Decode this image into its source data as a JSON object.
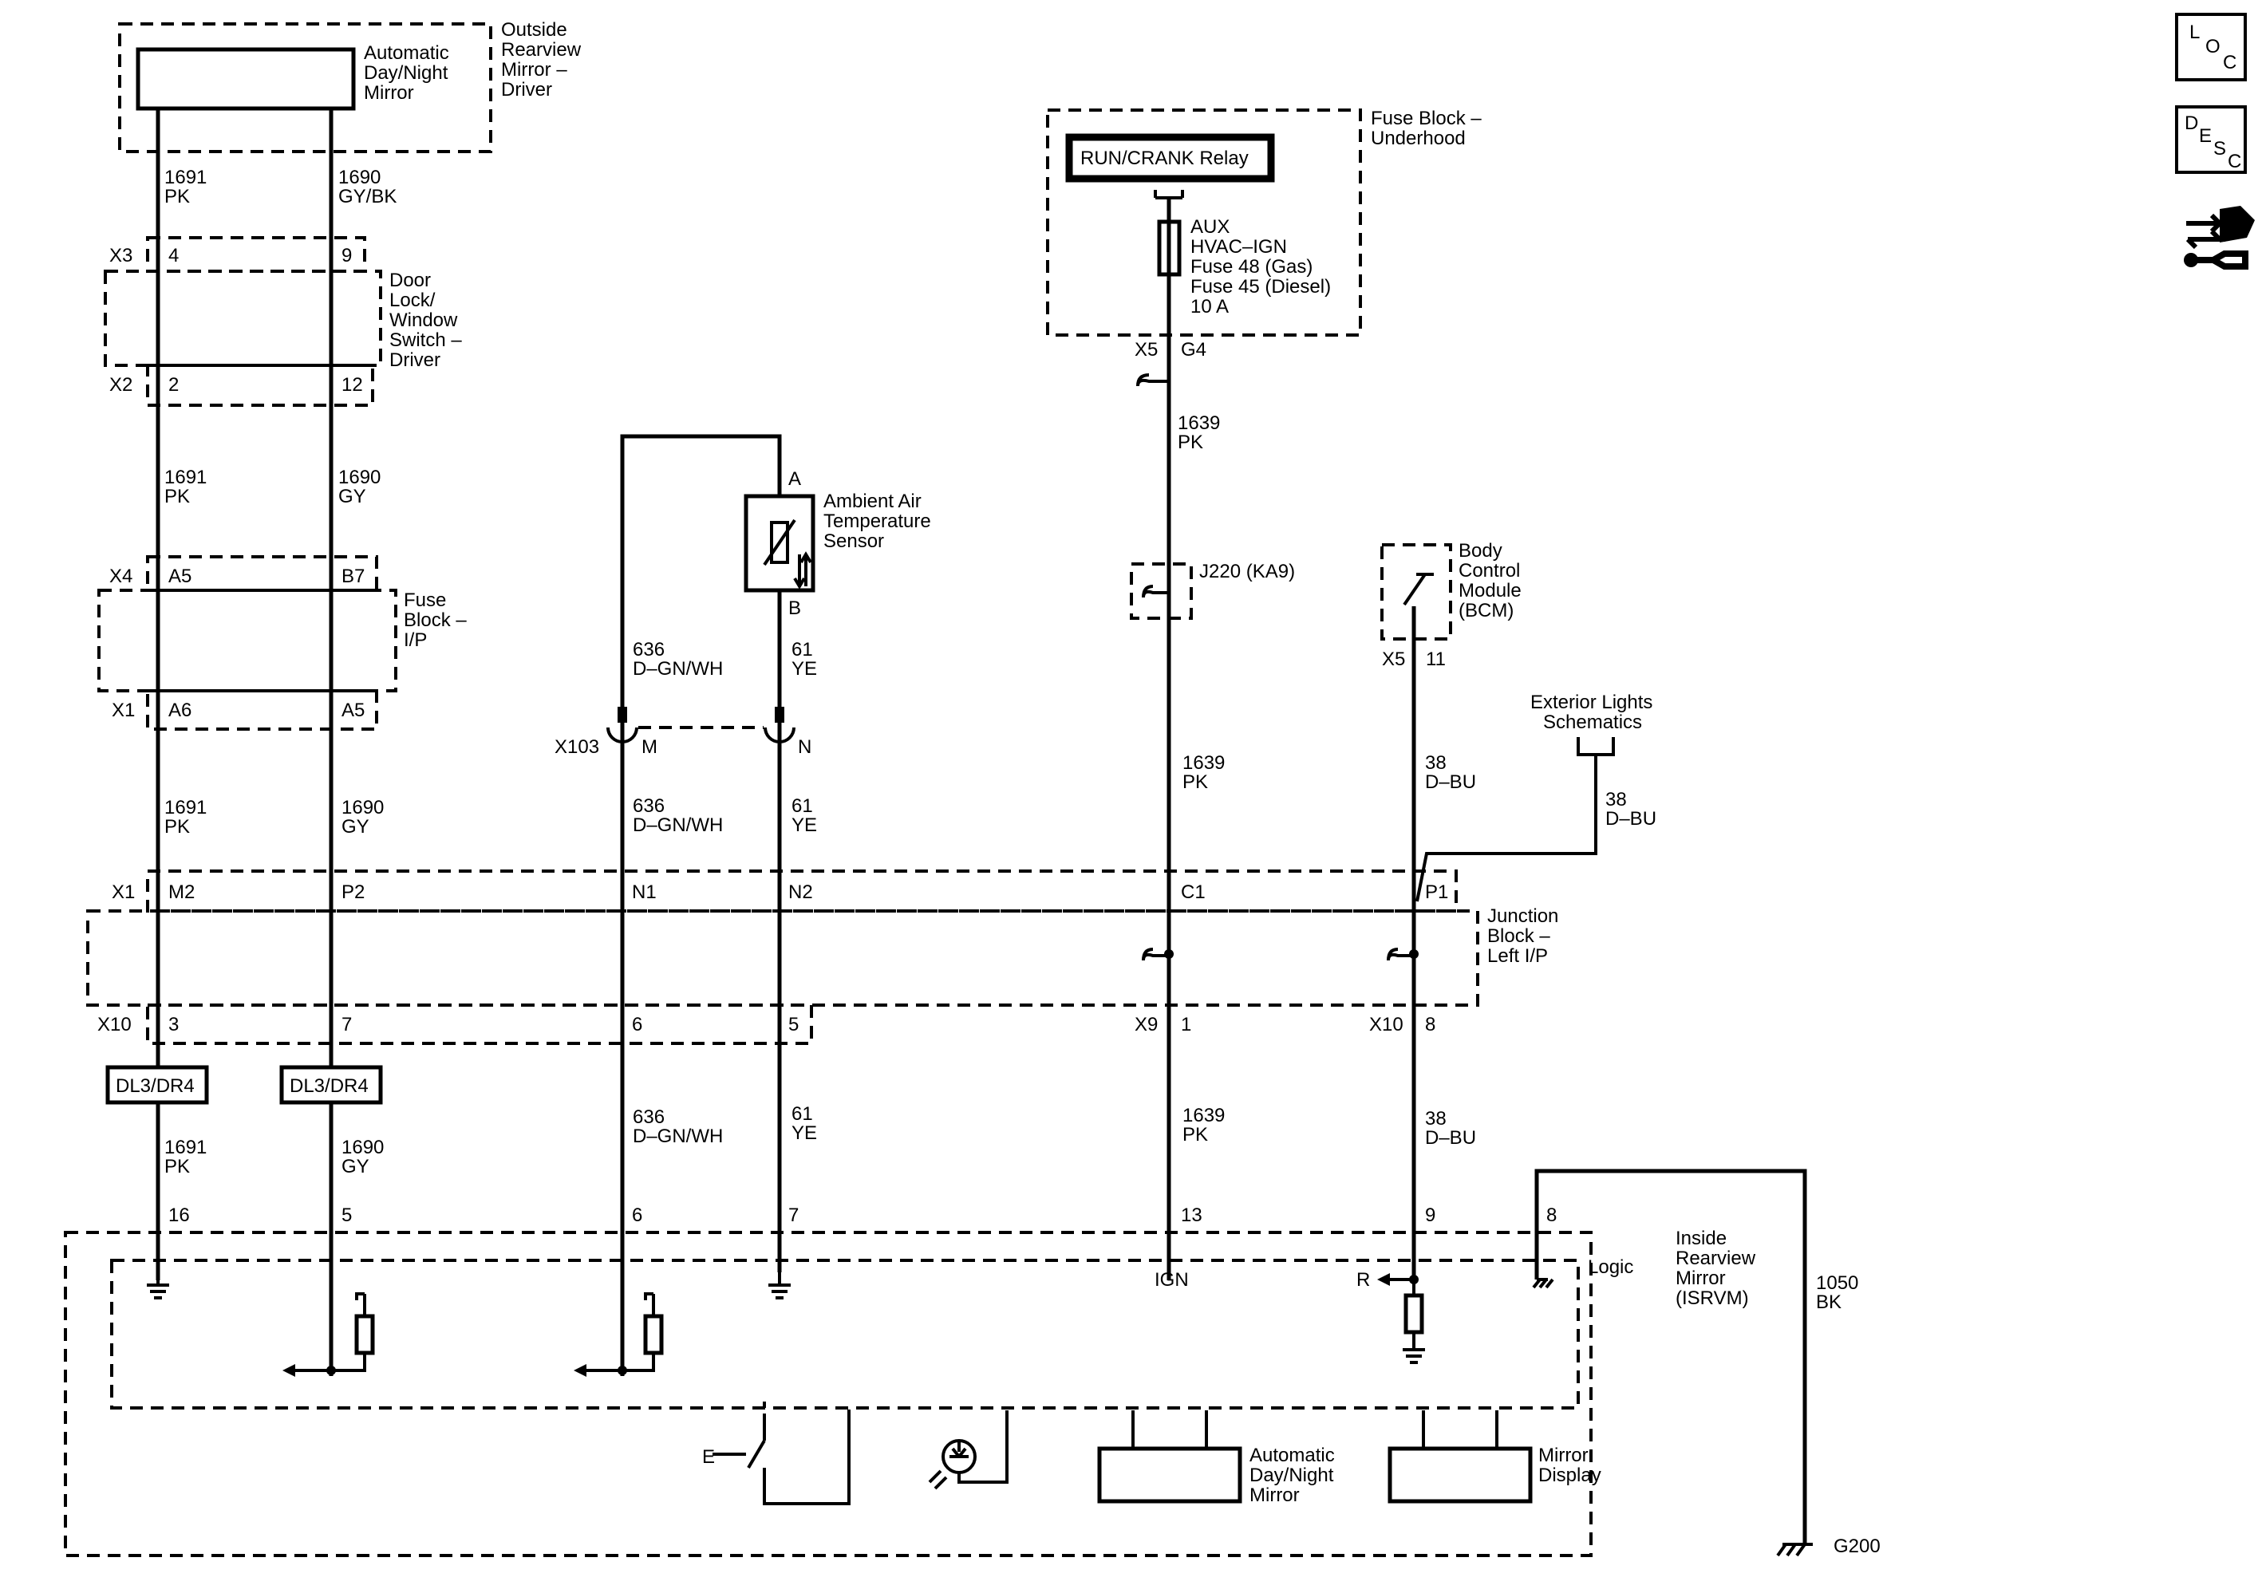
{
  "components": {
    "outside_mirror": {
      "label_1": "Automatic",
      "label_2": "Day/Night",
      "label_3": "Mirror",
      "title_1": "Outside",
      "title_2": "Rearview",
      "title_3": "Mirror –",
      "title_4": "Driver"
    },
    "door_switch": {
      "t1": "Door",
      "t2": "Lock/",
      "t3": "Window",
      "t4": "Switch –",
      "t5": "Driver"
    },
    "fuse_block_ip": {
      "t1": "Fuse",
      "t2": "Block –",
      "t3": "I/P"
    },
    "fuse_block_underhood": {
      "t1": "Fuse Block –",
      "t2": "Underhood",
      "relay": "RUN/CRANK Relay",
      "fuse_1": "AUX",
      "fuse_2": "HVAC–IGN",
      "fuse_3": "Fuse 48 (Gas)",
      "fuse_4": "Fuse 45 (Diesel)",
      "fuse_5": "10 A"
    },
    "ambient_sensor": {
      "t1": "Ambient Air",
      "t2": "Temperature",
      "t3": "Sensor",
      "pin_a": "A",
      "pin_b": "B"
    },
    "j220": {
      "label": "J220 (KA9)"
    },
    "bcm": {
      "t1": "Body",
      "t2": "Control",
      "t3": "Module",
      "t4": "(BCM)"
    },
    "exterior_lights": {
      "t1": "Exterior Lights",
      "t2": "Schematics"
    },
    "junction_block": {
      "t1": "Junction",
      "t2": "Block –",
      "t3": "Left I/P"
    },
    "isrvm": {
      "t1": "Inside",
      "t2": "Rearview",
      "t3": "Mirror",
      "t4": "(ISRVM)",
      "logic": "Logic",
      "ign": "IGN",
      "r": "R",
      "e": "E",
      "auto_1": "Automatic",
      "auto_2": "Day/Night",
      "auto_3": "Mirror",
      "display_1": "Mirror",
      "display_2": "Display"
    },
    "ground": {
      "label": "G200"
    },
    "option_1": "DL3/DR4",
    "option_2": "DL3/DR4"
  },
  "connectors": {
    "x3": "X3",
    "x2": "X2",
    "x4": "X4",
    "x1a": "X1",
    "x103": "X103",
    "x5a": "X5",
    "x5b": "X5",
    "x1b": "X1",
    "x10a": "X10",
    "x9": "X9",
    "x10b": "X10"
  },
  "pins": {
    "x3_4": "4",
    "x3_9": "9",
    "x2_2": "2",
    "x2_12": "12",
    "x4_a5": "A5",
    "x4_b7": "B7",
    "x1_a6": "A6",
    "x1_a5": "A5",
    "x103_m": "M",
    "x103_n": "N",
    "x5_g4": "G4",
    "x5_11": "11",
    "x1_m2": "M2",
    "x1_p2": "P2",
    "x1_n1": "N1",
    "x1_n2": "N2",
    "x1_c1": "C1",
    "x1_p1": "P1",
    "x10_3": "3",
    "x10_7": "7",
    "x10_6": "6",
    "x10_5": "5",
    "x9_1": "1",
    "x10_8": "8",
    "m_16": "16",
    "m_5": "5",
    "m_6": "6",
    "m_7": "7",
    "m_13": "13",
    "m_9": "9",
    "m_8": "8"
  },
  "wires": [
    {
      "circuit": "1691",
      "color": "PK"
    },
    {
      "circuit": "1690",
      "color": "GY/BK"
    },
    {
      "circuit": "1691",
      "color": "PK"
    },
    {
      "circuit": "1690",
      "color": "GY"
    },
    {
      "circuit": "1691",
      "color": "PK"
    },
    {
      "circuit": "1690",
      "color": "GY"
    },
    {
      "circuit": "1691",
      "color": "PK"
    },
    {
      "circuit": "1690",
      "color": "GY"
    },
    {
      "circuit": "636",
      "color": "D–GN/WH"
    },
    {
      "circuit": "61",
      "color": "YE"
    },
    {
      "circuit": "636",
      "color": "D–GN/WH"
    },
    {
      "circuit": "61",
      "color": "YE"
    },
    {
      "circuit": "636",
      "color": "D–GN/WH"
    },
    {
      "circuit": "61",
      "color": "YE"
    },
    {
      "circuit": "1639",
      "color": "PK"
    },
    {
      "circuit": "1639",
      "color": "PK"
    },
    {
      "circuit": "1639",
      "color": "PK"
    },
    {
      "circuit": "38",
      "color": "D–BU"
    },
    {
      "circuit": "38",
      "color": "D–BU"
    },
    {
      "circuit": "38",
      "color": "D–BU"
    },
    {
      "circuit": "1050",
      "color": "BK"
    }
  ],
  "side_icons": {
    "loc": {
      "a": "L",
      "b": "O",
      "c": "C"
    },
    "desc": {
      "a": "D",
      "b": "E",
      "c": "S",
      "d": "C"
    }
  }
}
